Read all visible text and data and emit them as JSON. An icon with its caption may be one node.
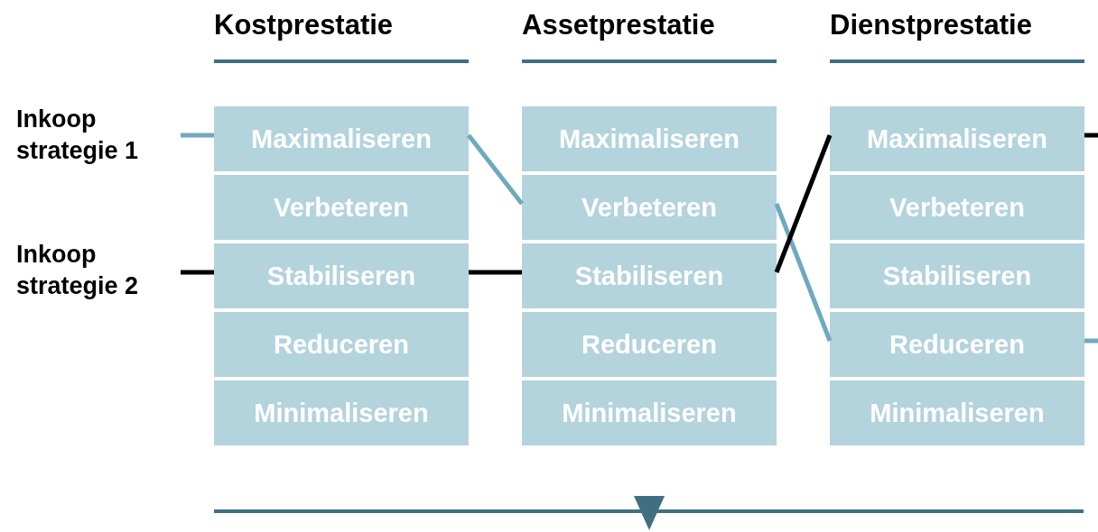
{
  "diagram": {
    "nodes": [
      {
        "text": [
          "Inkoop strategie 1"
        ]
      },
      {
        "text": [
          "Inkoop strategie 2"
        ]
      },
      {
        "text": [
          "Maximaliseren"
        ]
      },
      {
        "text": [
          "Verbeteren"
        ]
      },
      {
        "text": [
          "Stabiliseren"
        ]
      },
      {
        "text": [
          "Reduceren"
        ]
      },
      {
        "text": [
          "Minimaliseren"
        ]
      },
      {
        "text": [
          "Maximaliseren"
        ]
      },
      {
        "text": [
          "Verbeteren"
        ]
      },
      {
        "text": [
          "Stabiliseren"
        ]
      },
      {
        "text": [
          "Reduceren"
        ]
      },
      {
        "text": [
          "Minimaliseren"
        ]
      },
      {
        "text": [
          "Maximaliseren"
        ]
      },
      {
        "text": [
          "Verbeteren"
        ]
      },
      {
        "text": [
          "Stabiliseren"
        ]
      },
      {
        "text": [
          "Reduceren"
        ]
      },
      {
        "text": [
          "Minimaliseren"
        ]
      }
    ],
    "edges": [
      {
        "from": 0,
        "to": 2,
        "arrow": "none",
        "color": "#6fa9bf"
      },
      {
        "from": 2,
        "to": 8,
        "arrow": "none",
        "color": "#6fa9bf"
      },
      {
        "from": 8,
        "to": 15,
        "arrow": "none",
        "color": "#6fa9bf"
      },
      {
        "from": 15,
        "to": null,
        "arrow": "none",
        "color": "#6fa9bf"
      },
      {
        "from": 1,
        "to": 4,
        "arrow": "none",
        "color": "#000000"
      },
      {
        "from": 4,
        "to": 9,
        "arrow": "none",
        "color": "#000000"
      },
      {
        "from": 9,
        "to": 12,
        "arrow": "none",
        "color": "#000000"
      },
      {
        "from": 12,
        "to": null,
        "arrow": "none",
        "color": "#000000"
      }
    ],
    "labels": [
      "Kostprestatie",
      "Assetprestatie",
      "Dienstprestatie"
    ]
  }
}
